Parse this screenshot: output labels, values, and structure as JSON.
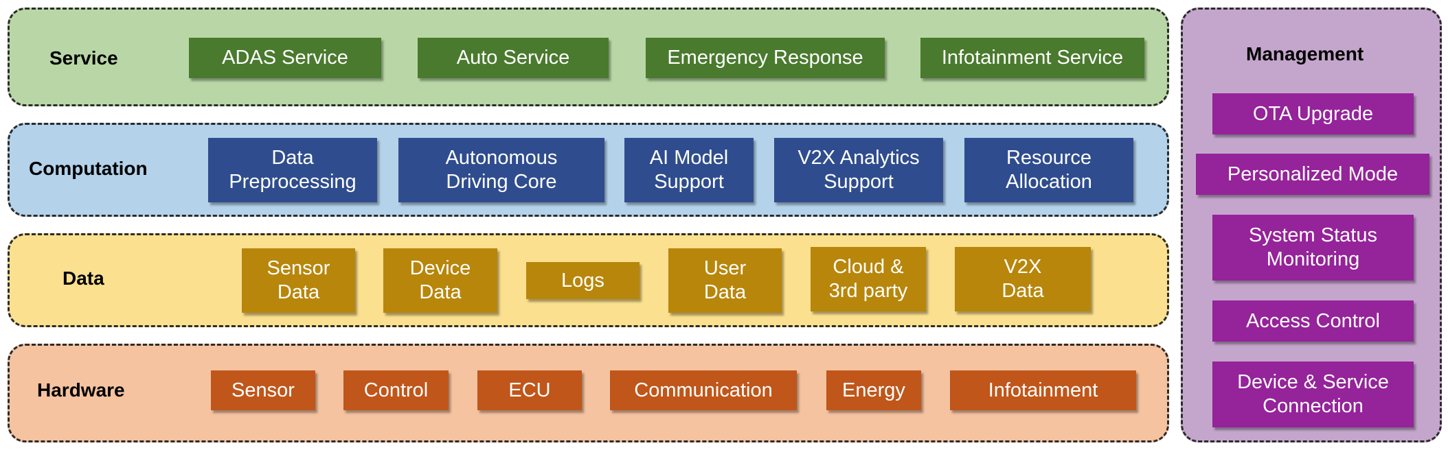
{
  "colors": {
    "service_bg": "#b9d7a6",
    "service_box": "#4a7a2e",
    "computation_bg": "#b4d2ea",
    "computation_box": "#2f4d8e",
    "data_bg": "#fbe08f",
    "data_box": "#b8860b",
    "hardware_bg": "#f5c3a0",
    "hardware_box": "#c0561a",
    "management_bg": "#c4a6cc",
    "management_box": "#95239a"
  },
  "layers": {
    "service": {
      "title": "Service",
      "items": [
        "ADAS Service",
        "Auto Service",
        "Emergency Response",
        "Infotainment Service"
      ]
    },
    "computation": {
      "title": "Computation",
      "items": [
        "Data\nPreprocessing",
        "Autonomous\nDriving Core",
        "AI  Model\nSupport",
        "V2X Analytics\nSupport",
        "Resource\nAllocation"
      ]
    },
    "data": {
      "title": "Data",
      "items": [
        "Sensor\nData",
        "Device\nData",
        "Logs",
        "User\nData",
        "Cloud &\n3rd party",
        "V2X\nData"
      ]
    },
    "hardware": {
      "title": "Hardware",
      "items": [
        "Sensor",
        "Control",
        "ECU",
        "Communication",
        "Energy",
        "Infotainment"
      ]
    },
    "management": {
      "title": "Management",
      "items": [
        "OTA Upgrade",
        "Personalized Mode",
        "System Status\nMonitoring",
        "Access Control",
        "Device & Service\nConnection"
      ]
    }
  }
}
